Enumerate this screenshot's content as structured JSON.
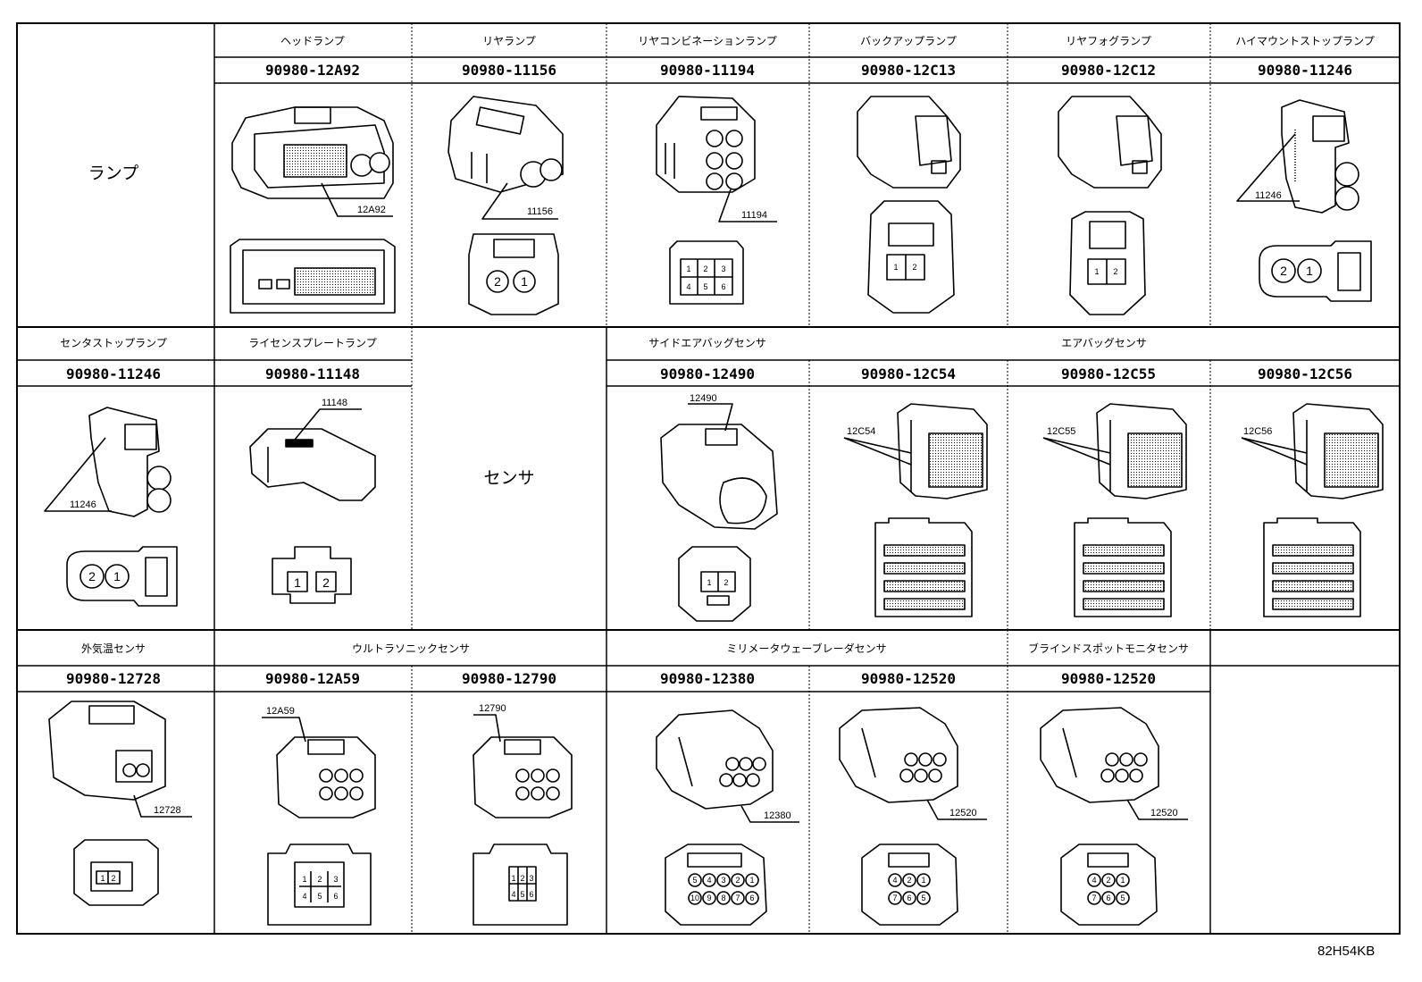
{
  "sections": {
    "lamp": "ランプ",
    "sensor": "センサ"
  },
  "headers": {
    "headlamp": "ヘッドランプ",
    "rear_lamp": "リヤランプ",
    "rear_combination_lamp": "リヤコンビネーションランプ",
    "backup_lamp": "バックアップランプ",
    "rear_fog_lamp": "リヤフォグランプ",
    "high_mount_stop_lamp": "ハイマウントストップランプ",
    "center_stop_lamp": "センタストップランプ",
    "license_plate_lamp": "ライセンスプレートランプ",
    "side_airbag_sensor": "サイドエアバッグセンサ",
    "airbag_sensor": "エアバッグセンサ",
    "outside_temp_sensor": "外気温センサ",
    "ultrasonic_sensor": "ウルトラソニックセンサ",
    "mmwave_radar_sensor": "ミリメータウェーブレーダセンサ",
    "blind_spot_monitor_sensor": "ブラインドスポットモニタセンサ"
  },
  "parts": {
    "r1": [
      "90980-12A92",
      "90980-11156",
      "90980-11194",
      "90980-12C13",
      "90980-12C12",
      "90980-11246"
    ],
    "r2": [
      "90980-11246",
      "90980-11148",
      "90980-12490",
      "90980-12C54",
      "90980-12C55",
      "90980-12C56"
    ],
    "r3": [
      "90980-12728",
      "90980-12A59",
      "90980-12790",
      "90980-12380",
      "90980-12520",
      "90980-12520"
    ]
  },
  "callouts": {
    "r1": [
      "12A92",
      "11156",
      "11194",
      "11246"
    ],
    "r2": [
      "11246",
      "11148",
      "12490",
      "12C54",
      "12C55",
      "12C56"
    ],
    "r3": [
      "12A59",
      "12790",
      "12728",
      "12380",
      "12520",
      "12520"
    ]
  },
  "pins": {
    "p1": "1",
    "p2": "2",
    "p3": "3",
    "p4": "4",
    "p5": "5",
    "p6": "6",
    "p7": "7",
    "p8": "8",
    "p9": "9",
    "p10": "10"
  },
  "drawing_code": "82H54KB"
}
